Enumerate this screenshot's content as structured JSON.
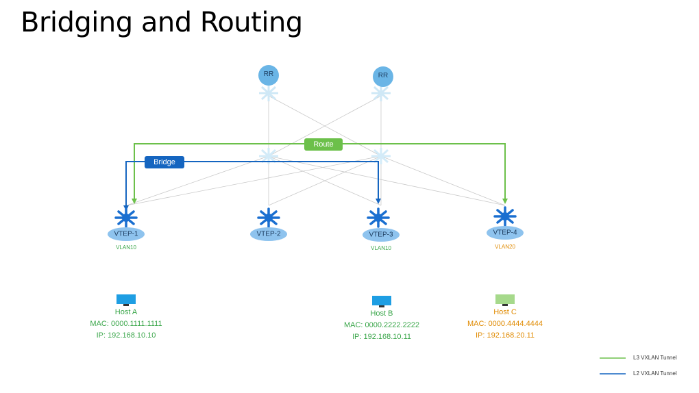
{
  "title": "Bridging and Routing",
  "spines": [
    {
      "label": "RR"
    },
    {
      "label": "RR"
    }
  ],
  "tags": {
    "route": "Route",
    "bridge": "Bridge"
  },
  "vteps": [
    {
      "label": "VTEP-1",
      "vlan": "VLAN10",
      "vlan_color": "#3aa64a"
    },
    {
      "label": "VTEP-2",
      "vlan": "",
      "vlan_color": "#3aa64a"
    },
    {
      "label": "VTEP-3",
      "vlan": "VLAN10",
      "vlan_color": "#3aa64a"
    },
    {
      "label": "VTEP-4",
      "vlan": "VLAN20",
      "vlan_color": "#e08a00"
    }
  ],
  "hosts": [
    {
      "name": "Host A",
      "mac": "MAC: 0000.1111.1111",
      "ip": "IP: 192.168.10.10",
      "color": "#3aa64a"
    },
    {
      "name": "Host B",
      "mac": "MAC: 0000.2222.2222",
      "ip": "IP: 192.168.10.11",
      "color": "#3aa64a"
    },
    {
      "name": "Host C",
      "mac": "MAC: 0000.4444.4444",
      "ip": "IP: 192.168.20.11",
      "color": "#e08a00"
    }
  ],
  "legend": {
    "l3": "L3 VXLAN Tunnel",
    "l2": "L2 VXLAN Tunnel"
  },
  "colors": {
    "green": "#6cc04a",
    "blue": "#1565c0",
    "switch": "#1a6fd0",
    "ellipse": "#8ec3ee",
    "faded": "#c8e6f7"
  }
}
